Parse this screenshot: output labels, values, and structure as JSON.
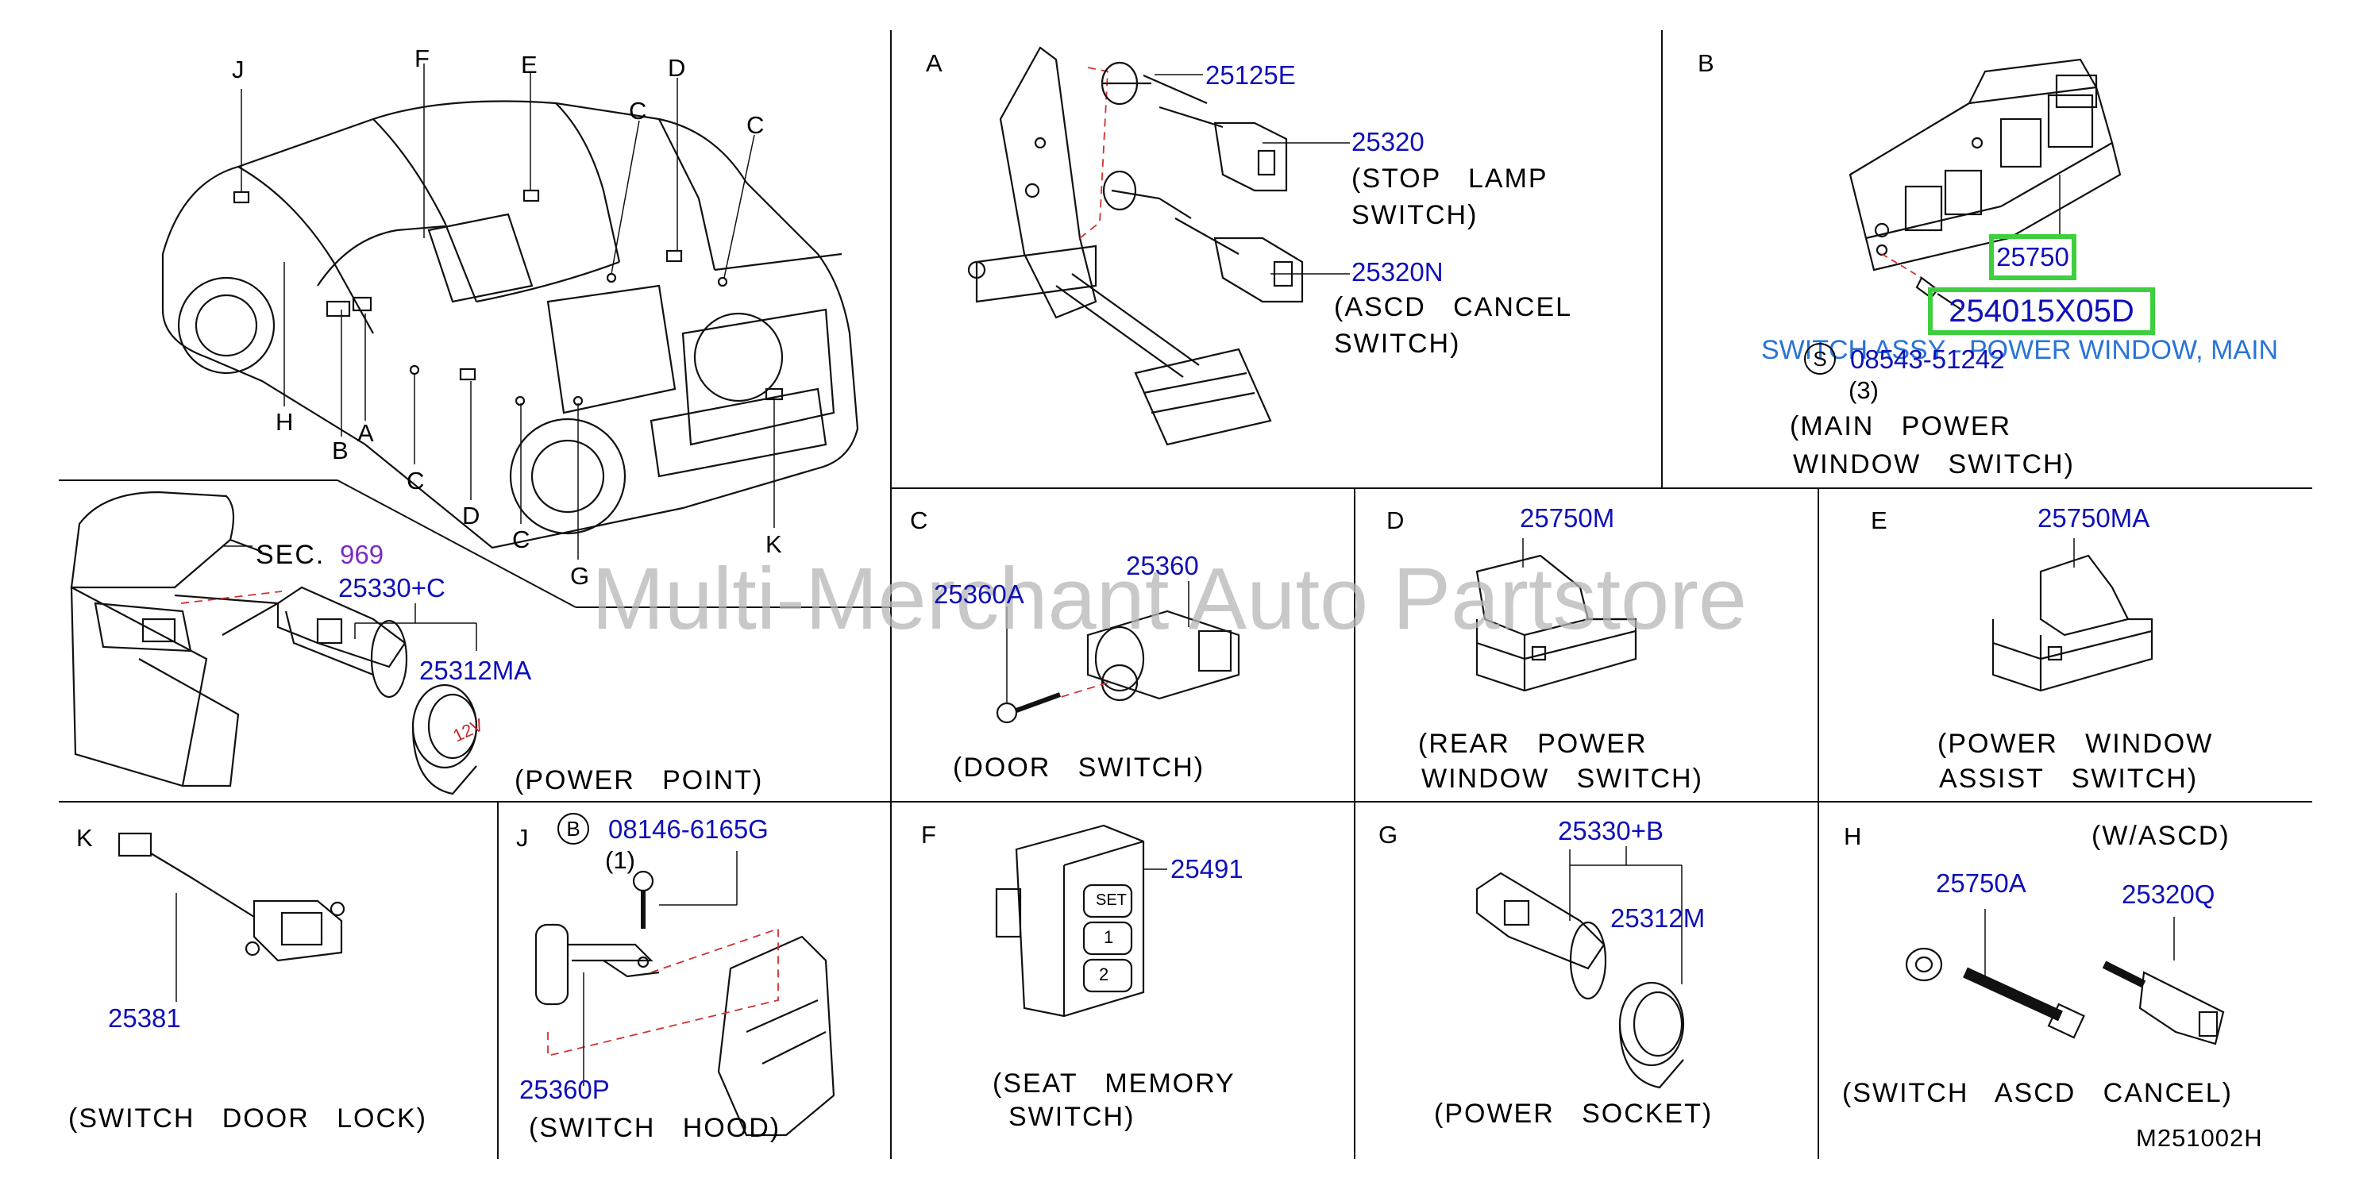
{
  "watermark": "Multi-Merchant Auto Partstore",
  "drawing_code": "M251002H",
  "highlight": {
    "part_no": "25750",
    "selected_part_no": "254015X05D",
    "description": "SWITCH ASSY - POWER WINDOW, MAIN",
    "color": "#3ecf3e"
  },
  "overview": {
    "callouts": [
      "J",
      "F",
      "E",
      "D",
      "C",
      "C",
      "A",
      "H",
      "B",
      "C",
      "D",
      "C",
      "G",
      "K"
    ],
    "sec_label": "SEC.",
    "sec_number": "969",
    "part_25330c": "25330+C",
    "part_25312ma": "25312MA",
    "caption": "(POWER   POINT)"
  },
  "panel_a": {
    "letter": "A",
    "parts": [
      "25125E",
      "25320",
      "25320N"
    ],
    "caption1": [
      "(STOP   LAMP",
      "SWITCH)"
    ],
    "caption2": [
      "(ASCD   CANCEL",
      "SWITCH)"
    ]
  },
  "panel_b": {
    "letter": "B",
    "bolt_symbol": "S",
    "bolt_no": "08543-51242",
    "qty": "(3)",
    "caption": [
      "(MAIN   POWER",
      "WINDOW   SWITCH)"
    ]
  },
  "panel_c": {
    "letter": "C",
    "parts": [
      "25360",
      "25360A"
    ],
    "caption": "(DOOR   SWITCH)"
  },
  "panel_d": {
    "letter": "D",
    "part": "25750M",
    "caption": [
      "(REAR   POWER",
      "WINDOW   SWITCH)"
    ]
  },
  "panel_e": {
    "letter": "E",
    "part": "25750MA",
    "caption": [
      "(POWER   WINDOW",
      "ASSIST   SWITCH)"
    ]
  },
  "panel_k": {
    "letter": "K",
    "part": "25381",
    "caption": "(SWITCH   DOOR   LOCK)"
  },
  "panel_j": {
    "letter": "J",
    "bolt_symbol": "B",
    "bolt_no": "08146-6165G",
    "qty": "(1)",
    "part": "25360P",
    "caption": "(SWITCH   HOOD)"
  },
  "panel_f": {
    "letter": "F",
    "part": "25491",
    "caption": [
      "(SEAT   MEMORY",
      "SWITCH)"
    ],
    "button_labels": [
      "SET",
      "1",
      "2"
    ]
  },
  "panel_g": {
    "letter": "G",
    "parts": [
      "25330+B",
      "25312M"
    ],
    "caption": "(POWER   SOCKET)"
  },
  "panel_h": {
    "letter": "H",
    "note": "(W/ASCD)",
    "parts": [
      "25750A",
      "25320Q"
    ],
    "caption": "(SWITCH   ASCD   CANCEL)"
  },
  "socket_marking": "12V"
}
